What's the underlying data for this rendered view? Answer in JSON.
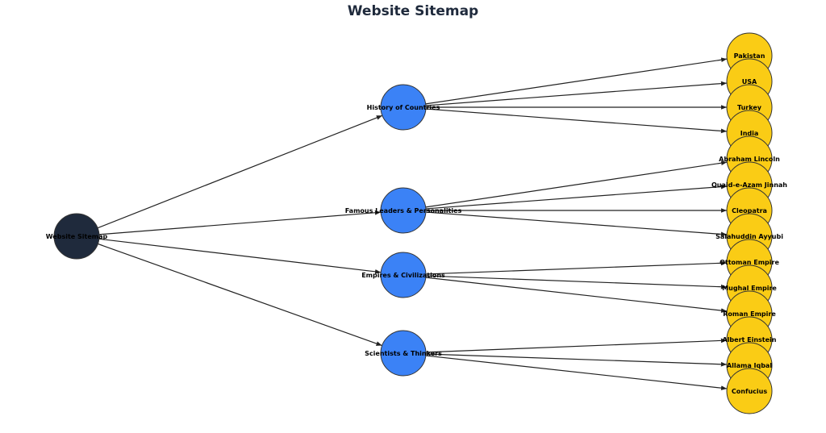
{
  "title": "Website Sitemap",
  "colors": {
    "root": "#1f2a3c",
    "category": "#3b82f6",
    "leaf": "#facc15",
    "edge": "#222222",
    "outline": "#333333"
  },
  "root": {
    "label": "Website Sitemap"
  },
  "categories": [
    {
      "label": "History of Countries",
      "children": [
        "Pakistan",
        "USA",
        "Turkey",
        "India"
      ]
    },
    {
      "label": "Famous Leaders & Personalities",
      "children": [
        "Abraham Lincoln",
        "Quaid-e-Azam Jinnah",
        "Cleopatra",
        "Salahuddin Ayyubi"
      ]
    },
    {
      "label": "Empires & Civilizations",
      "children": [
        "Ottoman Empire",
        "Mughal Empire",
        "Roman Empire"
      ]
    },
    {
      "label": "Scientists & Thinkers",
      "children": [
        "Albert Einstein",
        "Allama Iqbal",
        "Confucius"
      ]
    }
  ]
}
